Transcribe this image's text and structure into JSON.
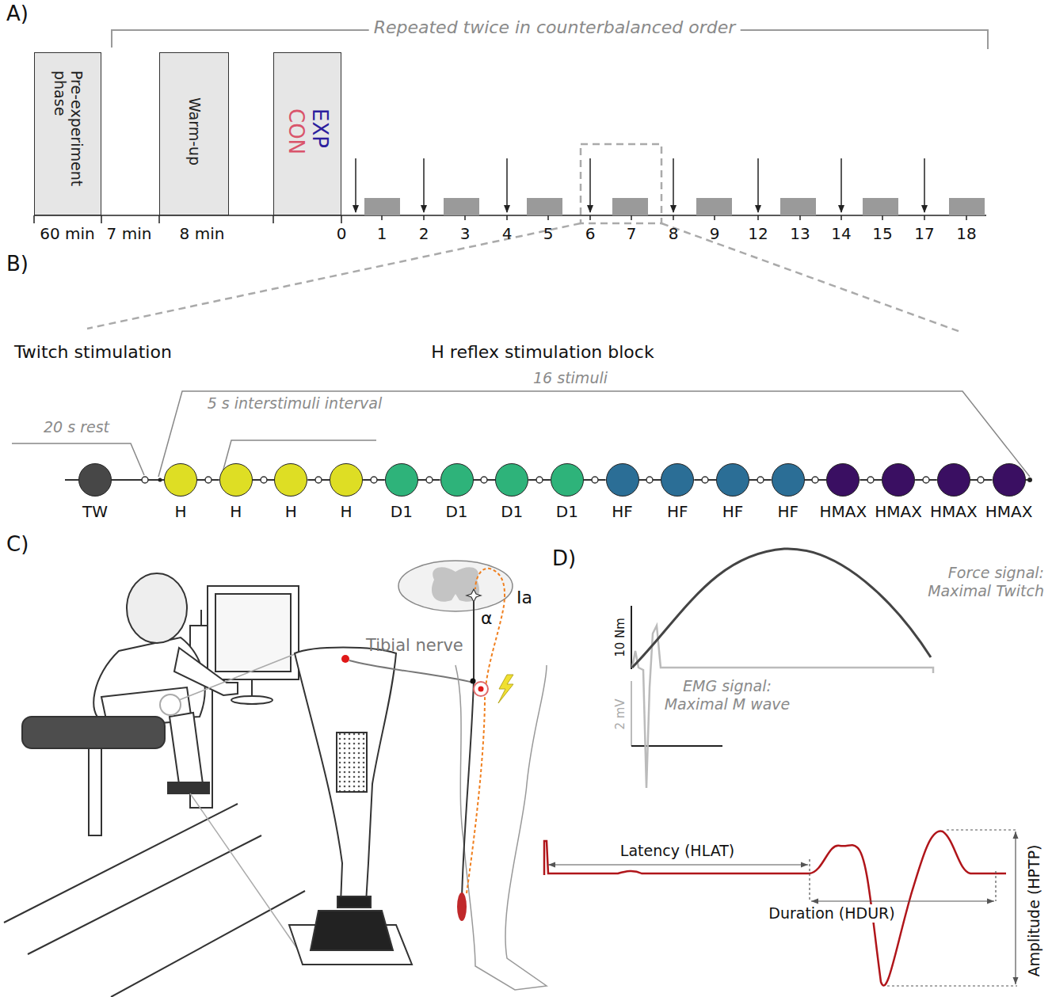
{
  "diagram": {
    "nodes": [
      {
        "text": [
          "Pre-experiment phase"
        ]
      },
      {
        "text": [
          "Warm-up"
        ]
      },
      {
        "text": [
          "EXP",
          "CON"
        ]
      },
      {
        "text": [
          "TW"
        ]
      },
      {
        "text": [
          "H"
        ]
      },
      {
        "text": [
          "H"
        ]
      },
      {
        "text": [
          "H"
        ]
      },
      {
        "text": [
          "H"
        ]
      },
      {
        "text": [
          "D1"
        ]
      },
      {
        "text": [
          "D1"
        ]
      },
      {
        "text": [
          "D1"
        ]
      },
      {
        "text": [
          "D1"
        ]
      },
      {
        "text": [
          "HF"
        ]
      },
      {
        "text": [
          "HF"
        ]
      },
      {
        "text": [
          "HF"
        ]
      },
      {
        "text": [
          "HF"
        ]
      },
      {
        "text": [
          "HMAX"
        ]
      },
      {
        "text": [
          "HMAX"
        ]
      },
      {
        "text": [
          "HMAX"
        ]
      },
      {
        "text": [
          "HMAX"
        ]
      }
    ],
    "edges": [
      {
        "from": 3,
        "to": 4,
        "arrow": "none"
      },
      {
        "from": 4,
        "to": 5,
        "arrow": "none"
      },
      {
        "from": 5,
        "to": 6,
        "arrow": "none"
      },
      {
        "from": 6,
        "to": 7,
        "arrow": "none"
      },
      {
        "from": 7,
        "to": 8,
        "arrow": "none"
      },
      {
        "from": 8,
        "to": 9,
        "arrow": "none"
      },
      {
        "from": 9,
        "to": 10,
        "arrow": "none"
      },
      {
        "from": 10,
        "to": 11,
        "arrow": "none"
      },
      {
        "from": 11,
        "to": 12,
        "arrow": "none"
      },
      {
        "from": 12,
        "to": 13,
        "arrow": "none"
      },
      {
        "from": 13,
        "to": 14,
        "arrow": "none"
      },
      {
        "from": 14,
        "to": 15,
        "arrow": "none"
      },
      {
        "from": 15,
        "to": 16,
        "arrow": "none"
      },
      {
        "from": 16,
        "to": 17,
        "arrow": "none"
      },
      {
        "from": 17,
        "to": 18,
        "arrow": "none"
      },
      {
        "from": 18,
        "to": 19,
        "arrow": "none"
      }
    ],
    "labels": [
      "A)",
      "Repeated twice in counterbalanced order",
      "60 min",
      "7 min",
      "8 min",
      "0",
      "1",
      "2",
      "3",
      "4",
      "5",
      "6",
      "7",
      "8",
      "9",
      "12",
      "13",
      "14",
      "15",
      "17",
      "18",
      "B)",
      "Twitch stimulation",
      "H reflex stimulation block",
      "16 stimuli",
      "20 s rest",
      "5 s interstimuli interval",
      "C)",
      "Tibial nerve",
      "α",
      "Ia",
      "D)",
      "Force signal: Maximal Twitch",
      "10 Nm",
      "2 mV",
      "EMG signal: Maximal M wave",
      "Latency (HLAT)",
      "Duration (HDUR)",
      "Amplitude (HPTP)"
    ]
  }
}
